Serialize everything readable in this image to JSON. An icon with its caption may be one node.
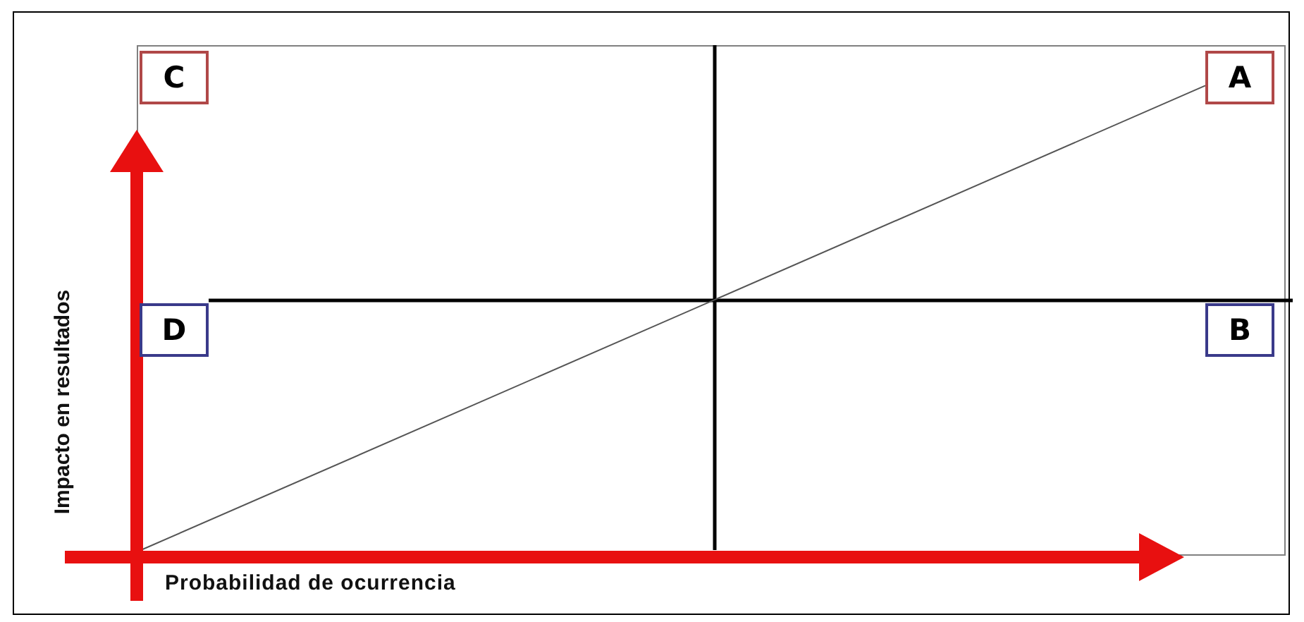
{
  "diagram": {
    "nodes": [
      {
        "text": [
          "C"
        ]
      },
      {
        "text": [
          "A"
        ]
      },
      {
        "text": [
          "D"
        ]
      },
      {
        "text": [
          "B"
        ]
      }
    ],
    "edges": [
      {
        "from": null,
        "to": 1,
        "arrow": "none"
      }
    ],
    "labels": [
      "Impacto en resultados",
      "Probabilidad de ocurrencia"
    ]
  }
}
